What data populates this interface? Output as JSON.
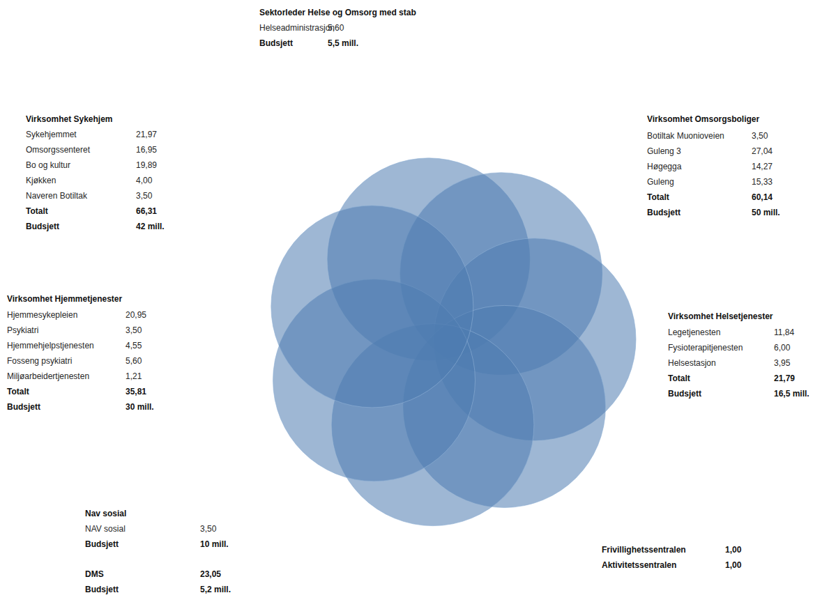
{
  "diagram": {
    "labels": [
      "Sektorleder Helse og Omsorg med stab",
      "Helseadministrasjon",
      "5,60",
      "Budsjett",
      "5,5 mill.",
      "Virksomhet Sykehjem",
      "Sykehjemmet",
      "21,97",
      "Omsorgssenteret",
      "16,95",
      "Bo og kultur",
      "19,89",
      "Kjøkken",
      "4,00",
      "Naveren Botiltak",
      "3,50",
      "Totalt",
      "66,31",
      "Budsjett",
      "42 mill.",
      "Virksomhet Omsorgsboliger",
      "Botiltak Muonioveien",
      "3,50",
      "Guleng 3",
      "27,04",
      "Høgegga",
      "14,27",
      "Guleng",
      "15,33",
      "Totalt",
      "60,14",
      "Budsjett",
      "50 mill.",
      "Virksomhet Hjemmetjenester",
      "Hjemmesykepleien",
      "20,95",
      "Psykiatri",
      "3,50",
      "Hjemmehjelpstjenesten",
      "4,55",
      "Fosseng psykiatri",
      "5,60",
      "Miljøarbeidertjenesten",
      "1,21",
      "Totalt",
      "35,81",
      "Budsjett",
      "30 mill.",
      "Virksomhet Helsetjenester",
      "Legetjenesten",
      "11,84",
      "Fysioterapitjenesten",
      "6,00",
      "Helsestasjon",
      "3,95",
      "Totalt",
      "21,79",
      "Budsjett",
      "16,5 mill.",
      "Nav sosial",
      "NAV sosial",
      "3,50",
      "Budsjett",
      "10 mill.",
      "DMS",
      "23,05",
      "Budsjett",
      "5,2 mill.",
      "Frivillighetssentralen",
      "1,00",
      "Aktivitetssentralen",
      "1,00"
    ]
  }
}
